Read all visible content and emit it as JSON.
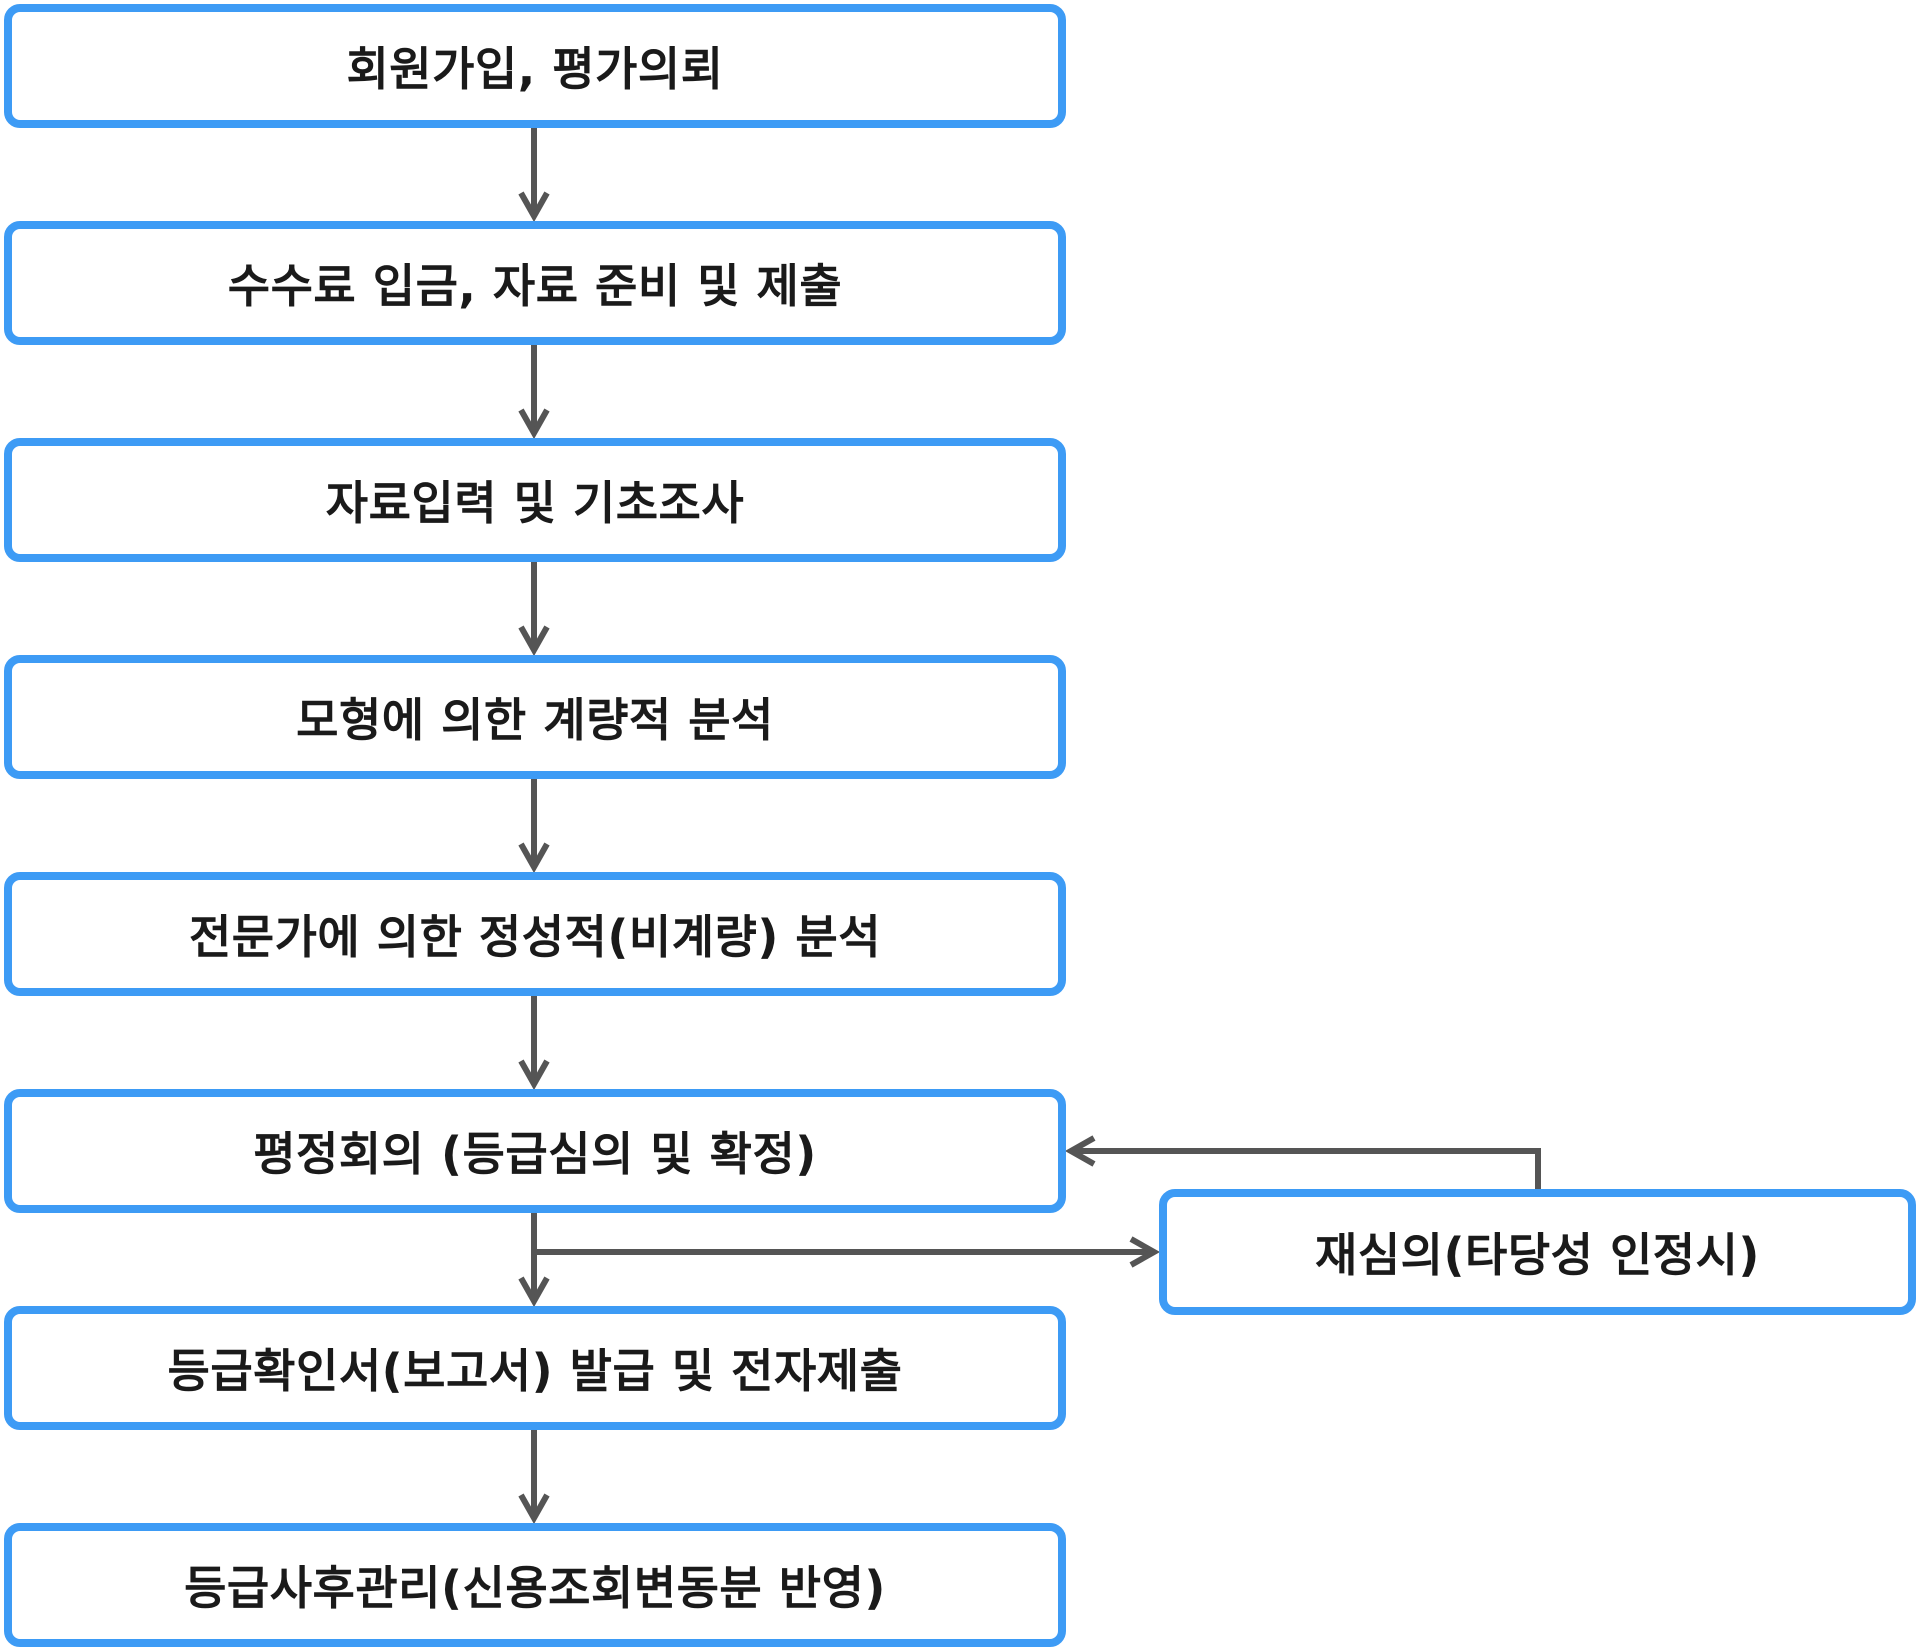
{
  "steps": [
    {
      "label": "회원가입, 평가의뢰"
    },
    {
      "label": "수수료 입금, 자료 준비 및 제출"
    },
    {
      "label": "자료입력 및 기초조사"
    },
    {
      "label": "모형에 의한 계량적 분석"
    },
    {
      "label": "전문가에 의한 정성적(비계량) 분석"
    },
    {
      "label": "평정회의 (등급심의 및 확정)"
    },
    {
      "label": "등급확인서(보고서) 발급 및 전자제출"
    },
    {
      "label": "등급사후관리(신용조회변동분 반영)"
    }
  ],
  "side_step": {
    "label": "재심의(타당성 인정시)"
  },
  "colors": {
    "box_border": "#3d9bf5",
    "arrow": "#555555",
    "text": "#1a1a1a"
  }
}
